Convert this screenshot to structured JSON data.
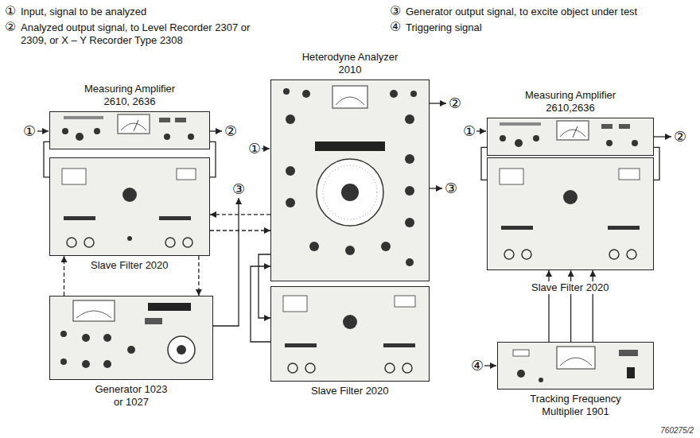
{
  "diagram": {
    "nodes": [
      {
        "text": [
          "Measuring Amplifier 2610, 2636"
        ]
      },
      {
        "text": [
          "Slave Filter 2020"
        ]
      },
      {
        "text": [
          "Generator 1023 or 1027"
        ]
      },
      {
        "text": [
          "Heterodyne Analyzer 2010"
        ]
      },
      {
        "text": [
          "Slave Filter 2020"
        ]
      },
      {
        "text": [
          "Measuring Amplifier 2610,2636"
        ]
      },
      {
        "text": [
          "Slave Filter 2020"
        ]
      },
      {
        "text": [
          "Tracking Frequency Multiplier 1901"
        ]
      }
    ],
    "edges": [
      {
        "from": 0,
        "to": 1,
        "arrow": "none"
      },
      {
        "from": 0,
        "to": 1,
        "arrow": "none"
      },
      {
        "from": 2,
        "to": 1,
        "arrow": "to"
      },
      {
        "from": 1,
        "to": 2,
        "arrow": "to"
      },
      {
        "from": 3,
        "to": 1,
        "arrow": "to"
      },
      {
        "from": 1,
        "to": 3,
        "arrow": "to"
      },
      {
        "from": 3,
        "to": 4,
        "arrow": "to"
      },
      {
        "from": 4,
        "to": 3,
        "arrow": "to"
      },
      {
        "from": 5,
        "to": 6,
        "arrow": "none"
      },
      {
        "from": 5,
        "to": 6,
        "arrow": "none"
      },
      {
        "from": 7,
        "to": 6,
        "arrow": "to"
      },
      {
        "from": 7,
        "to": 6,
        "arrow": "to"
      },
      {
        "from": 7,
        "to": 6,
        "arrow": "to"
      }
    ],
    "labels": [
      "①",
      "Input, signal to be analyzed",
      "②",
      "Analyzed output signal, to Level Recorder 2307 or 2309, or X – Y Recorder Type 2308",
      "③",
      "Generator output signal, to excite object under test",
      "④",
      "Triggering signal",
      "①",
      "②",
      "③",
      "①",
      "②",
      "③",
      "①",
      "②",
      "④",
      "760275/2"
    ]
  }
}
